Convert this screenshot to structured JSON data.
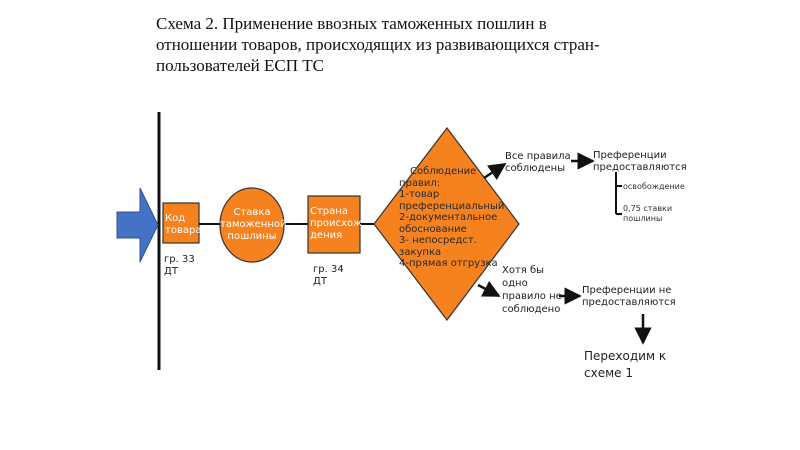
{
  "title": "Схема 2. Применение ввозных таможенных пошлин в отношении товаров, происходящих из развивающихся стран-пользователей ЕСП ТС",
  "nodes": {
    "code": {
      "line1": "Код",
      "line2": "товара",
      "note1": "гр. 33",
      "note2": "ДТ"
    },
    "rate": {
      "line1": "Ставка",
      "line2": "таможенной",
      "line3": "пошлины"
    },
    "country": {
      "line1": "Страна",
      "line2": "происхож",
      "line3": "дения",
      "note1": "гр. 34",
      "note2": "ДТ"
    },
    "rules": {
      "line1": "Соблюдение",
      "line2": "правил:",
      "line3": "1-товар",
      "line4": "преференциальный",
      "line5": "2-документальное",
      "line6": "обоснование",
      "line7": "3- непосредст.",
      "line8": "закупка",
      "line9": "4-прямая отгрузка"
    }
  },
  "branches": {
    "yes": {
      "line1": "Все правила",
      "line2": "соблюдены"
    },
    "no": {
      "line1": "Хотя бы",
      "line2": "одно",
      "line3": "правило не",
      "line4": "соблюдено"
    }
  },
  "outcomes": {
    "granted": {
      "line1": "Преференции",
      "line2": "предоставляются",
      "option1": "освобождение",
      "option2_line1": "0,75 ставки",
      "option2_line2": "пошлины"
    },
    "denied": {
      "line1": "Преференции не",
      "line2": "предоставляются"
    },
    "next": {
      "line1": "Переходим к",
      "line2": "схеме 1"
    }
  },
  "colors": {
    "orange": "#f5821f",
    "arrow_blue": "#4472c4",
    "line": "#111111"
  }
}
